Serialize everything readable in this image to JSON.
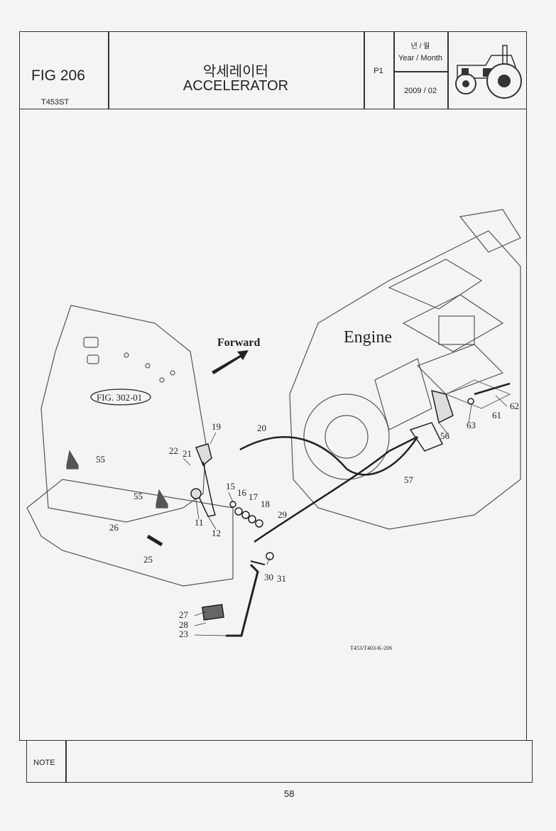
{
  "header": {
    "fig_number": "FIG 206",
    "model": "T453ST",
    "title_korean": "악세레이터",
    "title_english": "ACCELERATOR",
    "page_code": "P1",
    "date_label_korean": "년 / 월",
    "date_label_english": "Year / Month",
    "date_value": "2009 / 02"
  },
  "diagram": {
    "forward_label": "Forward",
    "engine_label": "Engine",
    "ref_figure": "FIG. 302-01",
    "drawing_code": "T453/T403-K-206",
    "callouts": [
      "19",
      "20",
      "22",
      "21",
      "55",
      "55",
      "15",
      "16",
      "17",
      "18",
      "11",
      "12",
      "29",
      "26",
      "25",
      "30",
      "31",
      "27",
      "28",
      "23",
      "56",
      "57",
      "62",
      "61",
      "63"
    ]
  },
  "note": {
    "label": "NOTE"
  },
  "footer": {
    "page_number": "58"
  }
}
